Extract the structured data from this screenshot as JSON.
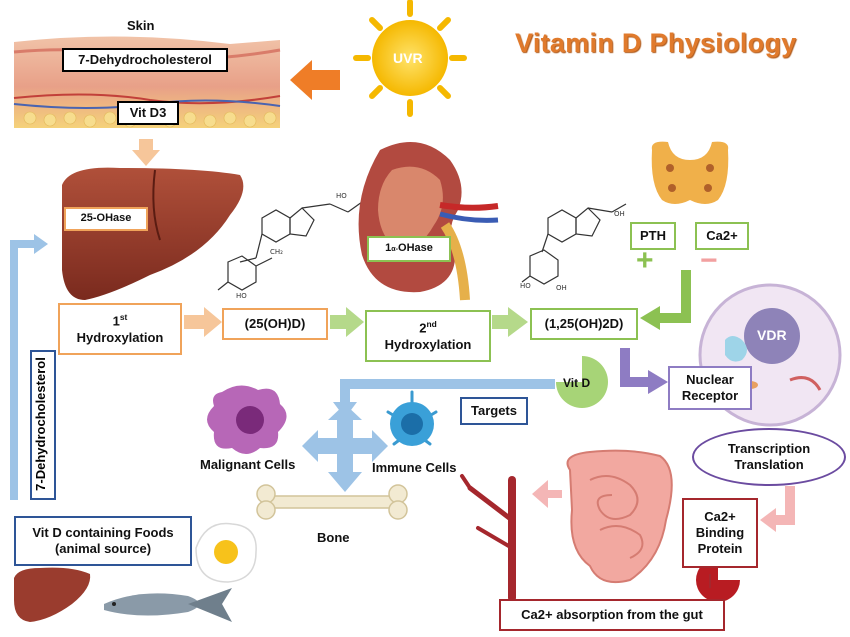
{
  "title": "Vitamin D Physiology",
  "skin": {
    "label": "Skin",
    "precursor": "7-Dehydrocholesterol",
    "product": "Vit D3"
  },
  "uvr": "UVR",
  "liver": {
    "enzyme": "25-OHase",
    "step_prefix": "1",
    "step_sup": "st",
    "step_word": "Hydroxylation"
  },
  "metabolite_1": "(25(OH)D)",
  "kidney": {
    "enzyme_prefix": "1",
    "enzyme_sup": "α-",
    "enzyme_suffix": "OHase",
    "step_prefix": "2",
    "step_sup": "nd",
    "step_word": "Hydroxylation"
  },
  "metabolite_2": "(1,25(OH)2D)",
  "parathyroid": {
    "pth": "PTH",
    "ca": "Ca2+",
    "plus": "+",
    "minus": "−"
  },
  "vitd_label": "Vit D",
  "nuclear_receptor": "Nuclear Receptor",
  "vdr": "VDR",
  "transcription": "Transcription Translation",
  "binding_protein": "Ca2+ Binding Protein",
  "absorption": "Ca2+ absorption from the gut",
  "targets": {
    "label": "Targets",
    "malignant": "Malignant Cells",
    "immune": "Immune Cells",
    "bone": "Bone"
  },
  "side_label": "7-Dehydrocholesterol",
  "foods": "Vit D containing Foods (animal source)",
  "colors": {
    "title": "#e07a2c",
    "orange": "#f0a35a",
    "green": "#8cc152",
    "purple": "#8e7cc3",
    "blue": "#9dc3e6",
    "red_dark": "#a5272d",
    "pink": "#f4b6b6"
  }
}
